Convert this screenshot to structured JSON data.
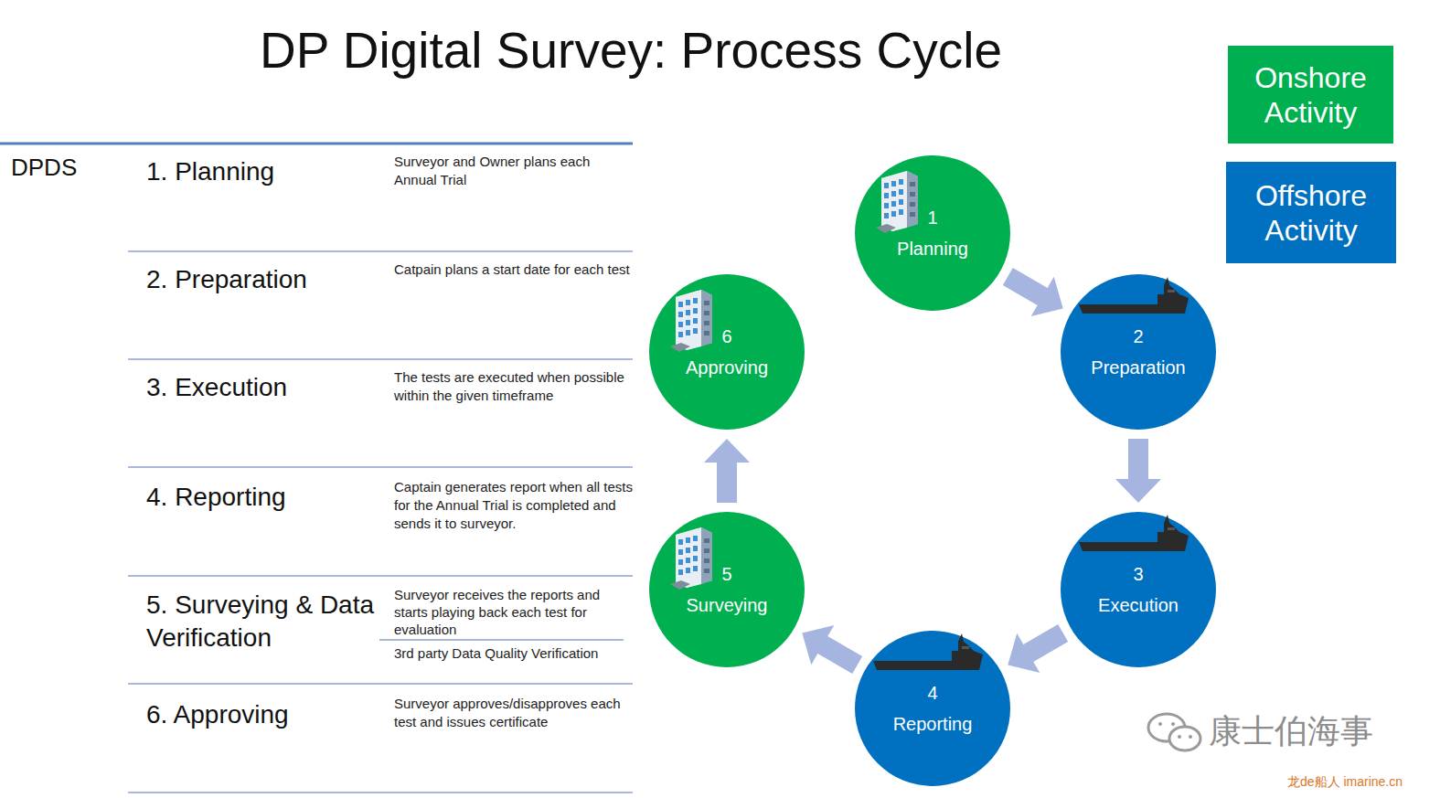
{
  "diagram": {
    "title": "DP Digital Survey: Process Cycle",
    "nodes": [
      {
        "text": [
          "1",
          "Planning"
        ]
      },
      {
        "text": [
          "2",
          "Preparation"
        ]
      },
      {
        "text": [
          "3",
          "Execution"
        ]
      },
      {
        "text": [
          "4",
          "Reporting"
        ]
      },
      {
        "text": [
          "5",
          "Surveying"
        ]
      },
      {
        "text": [
          "6",
          "Approving"
        ]
      }
    ],
    "edges": [
      {
        "from": 0,
        "to": 1,
        "arrow": "to"
      },
      {
        "from": 1,
        "to": 2,
        "arrow": "to"
      },
      {
        "from": 2,
        "to": 3,
        "arrow": "to"
      },
      {
        "from": 3,
        "to": 4,
        "arrow": "to"
      },
      {
        "from": 4,
        "to": 5,
        "arrow": "to"
      }
    ],
    "labels": [
      "DPDS",
      "1. Planning",
      "Surveyor and Owner plans each Annual Trial",
      "2. Preparation",
      "Catpain plans a start date for each test",
      "3. Execution",
      "The tests are executed when possible within the given timeframe",
      "4. Reporting",
      "Captain generates report when all tests for the Annual Trial is completed and sends it to surveyor.",
      "5. Surveying & Data Verification",
      "Surveyor receives the reports and starts playing back each test for evaluation",
      "3rd party Data Quality Verification",
      "6. Approving",
      "Surveyor approves/disapproves each test and issues certificate",
      "康士伯海事",
      "龙de船人 imarine.cn"
    ],
    "legend": [
      {
        "text": "Onshore Activity",
        "color": "#00b050"
      },
      {
        "text": "Offshore Activity",
        "color": "#0070c0"
      }
    ]
  }
}
